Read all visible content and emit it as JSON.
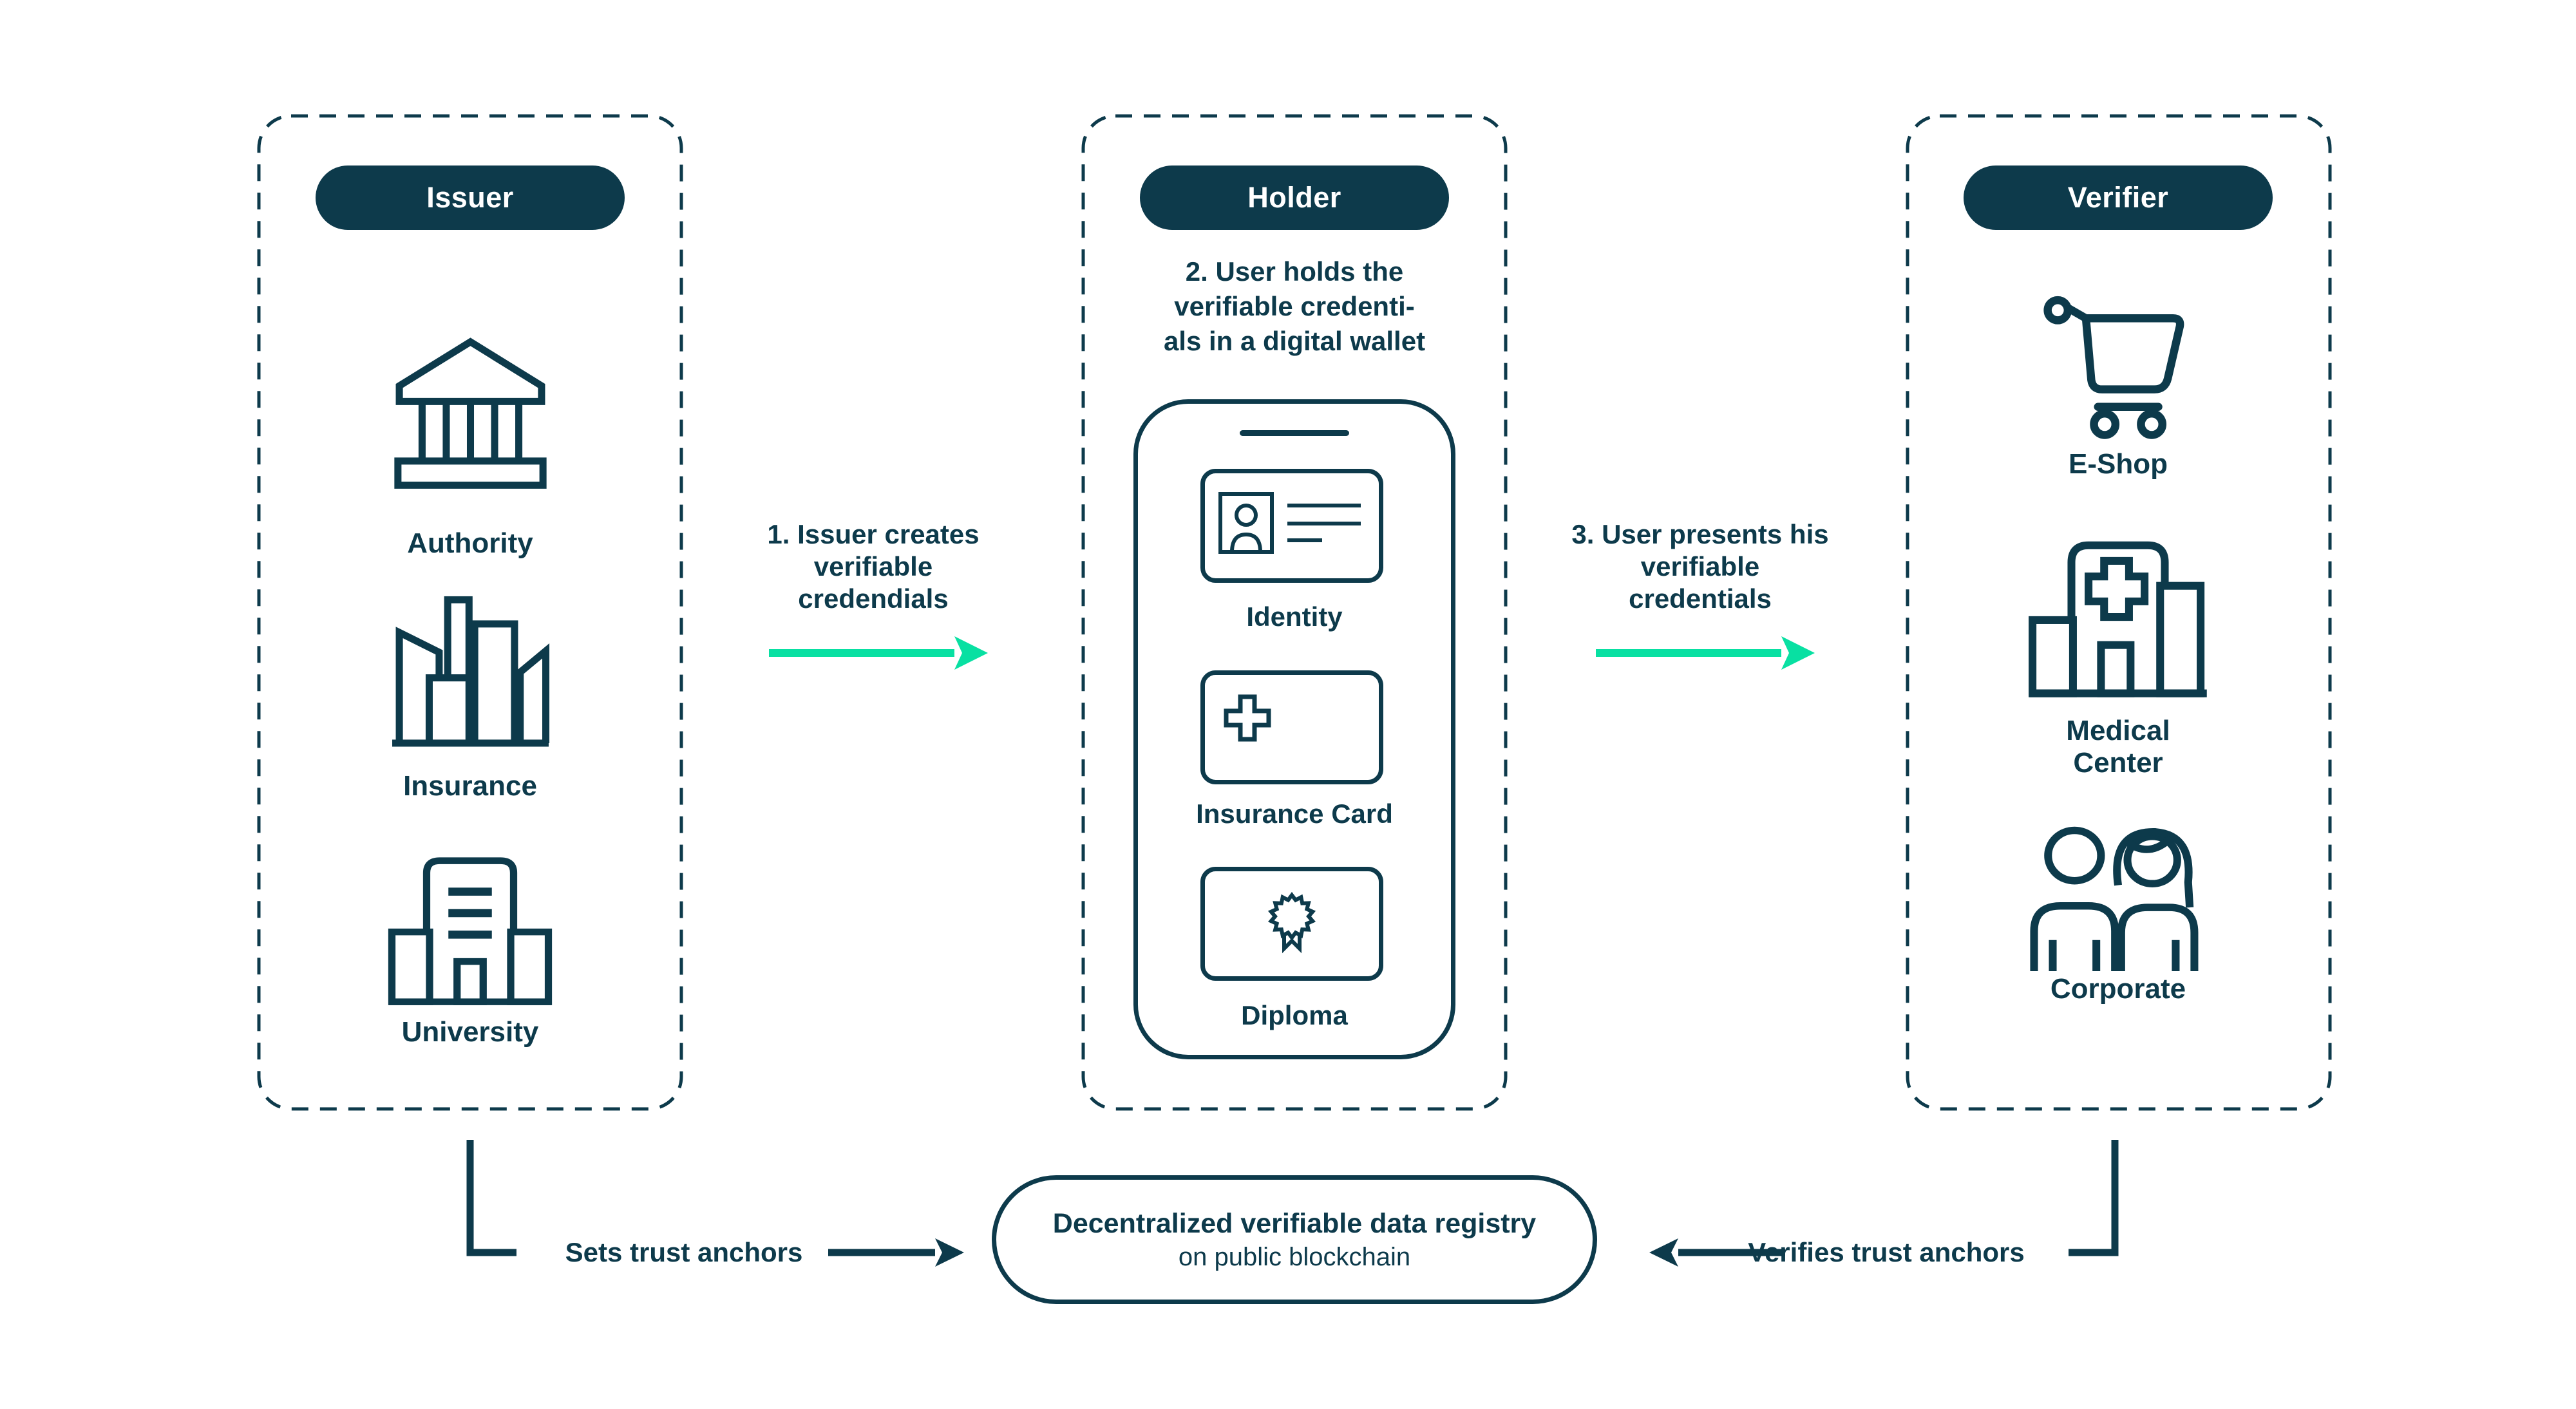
{
  "colors": {
    "navy": "#0d3a4b",
    "green": "#08e0a2",
    "background": "#ffffff"
  },
  "panels": [
    {
      "title": "Issuer",
      "items": [
        {
          "icon": "bank-icon",
          "label": "Authority"
        },
        {
          "icon": "city-buildings-icon",
          "label": "Insurance"
        },
        {
          "icon": "university-building-icon",
          "label": "University"
        }
      ]
    },
    {
      "title": "Holder",
      "note_lines": [
        "2. User holds the",
        "verifiable credenti-",
        "als in a digital wallet"
      ],
      "wallet": {
        "cards": [
          {
            "icon": "id-card-icon",
            "label": "Identity"
          },
          {
            "icon": "medical-cross-card-icon",
            "label": "Insurance Card"
          },
          {
            "icon": "diploma-seal-icon",
            "label": "Diploma"
          }
        ]
      }
    },
    {
      "title": "Verifier",
      "items": [
        {
          "icon": "shopping-cart-icon",
          "label": "E-Shop"
        },
        {
          "icon": "hospital-icon",
          "label": "Medical Center"
        },
        {
          "icon": "people-icon",
          "label": "Corporate"
        }
      ]
    }
  ],
  "flows": [
    {
      "id": "step-1",
      "lines": [
        "1. Issuer creates",
        "verifiable",
        "credendials"
      ]
    },
    {
      "id": "step-3",
      "lines": [
        "3. User presents his",
        "verifiable",
        "credentials"
      ]
    }
  ],
  "registry": {
    "line1": "Decentralized verifiable data registry",
    "line2": "on public blockchain"
  },
  "anchors": {
    "left": "Sets trust anchors",
    "right": "Verifies trust anchors"
  }
}
